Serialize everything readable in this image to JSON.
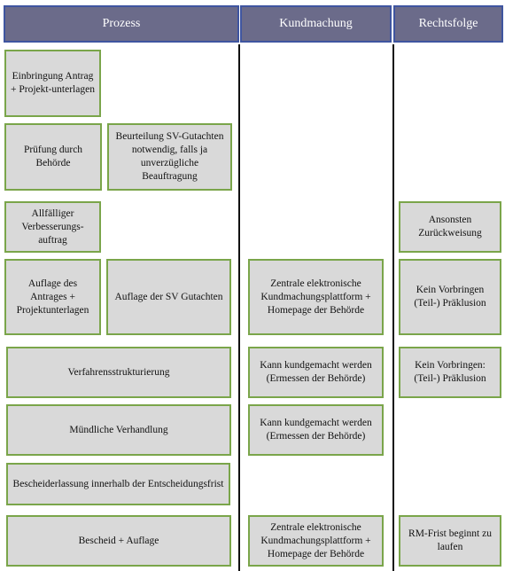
{
  "headers": {
    "prozess": "Prozess",
    "kundmachung": "Kundmachung",
    "rechtsfolge": "Rechtsfolge"
  },
  "prozess": {
    "einbringung": "Einbringung Antrag + Projekt-unterlagen",
    "pruefung": "Prüfung durch Behörde",
    "beurteilung": "Beurteilung SV-Gutachten notwendig, falls ja unverzügliche Beauftragung",
    "verbesserung": "Allfälliger Verbesserungs-auftrag",
    "auflage_antrag": "Auflage des Antrages + Projektunterlagen",
    "auflage_gutachten": "Auflage der SV Gutachten",
    "strukturierung": "Verfahrensstrukturierung",
    "verhandlung": "Mündliche Verhandlung",
    "bescheiderlassung": "Bescheiderlassung innerhalb der Entscheidungsfrist",
    "bescheid": "Bescheid + Auflage"
  },
  "kundmachung": {
    "plattform_1": "Zentrale elektronische Kundmachungsplattform + Homepage der Behörde",
    "kann_1": "Kann kundgemacht werden (Ermessen der Behörde)",
    "kann_2": "Kann kundgemacht werden (Ermessen der Behörde)",
    "plattform_2": "Zentrale elektronische Kundmachungsplattform + Homepage der Behörde"
  },
  "rechtsfolge": {
    "zurueckweisung": "Ansonsten Zurückweisung",
    "praeklusion_1": "Kein Vorbringen (Teil-) Präklusion",
    "praeklusion_2": "Kein Vorbringen: (Teil-) Präklusion",
    "rm_frist": "RM-Frist beginnt zu laufen"
  },
  "colors": {
    "header_fill": "#6b6b8a",
    "header_border": "#3f55a0",
    "box_fill": "#d9d9d9",
    "box_border": "#7aa54a"
  }
}
